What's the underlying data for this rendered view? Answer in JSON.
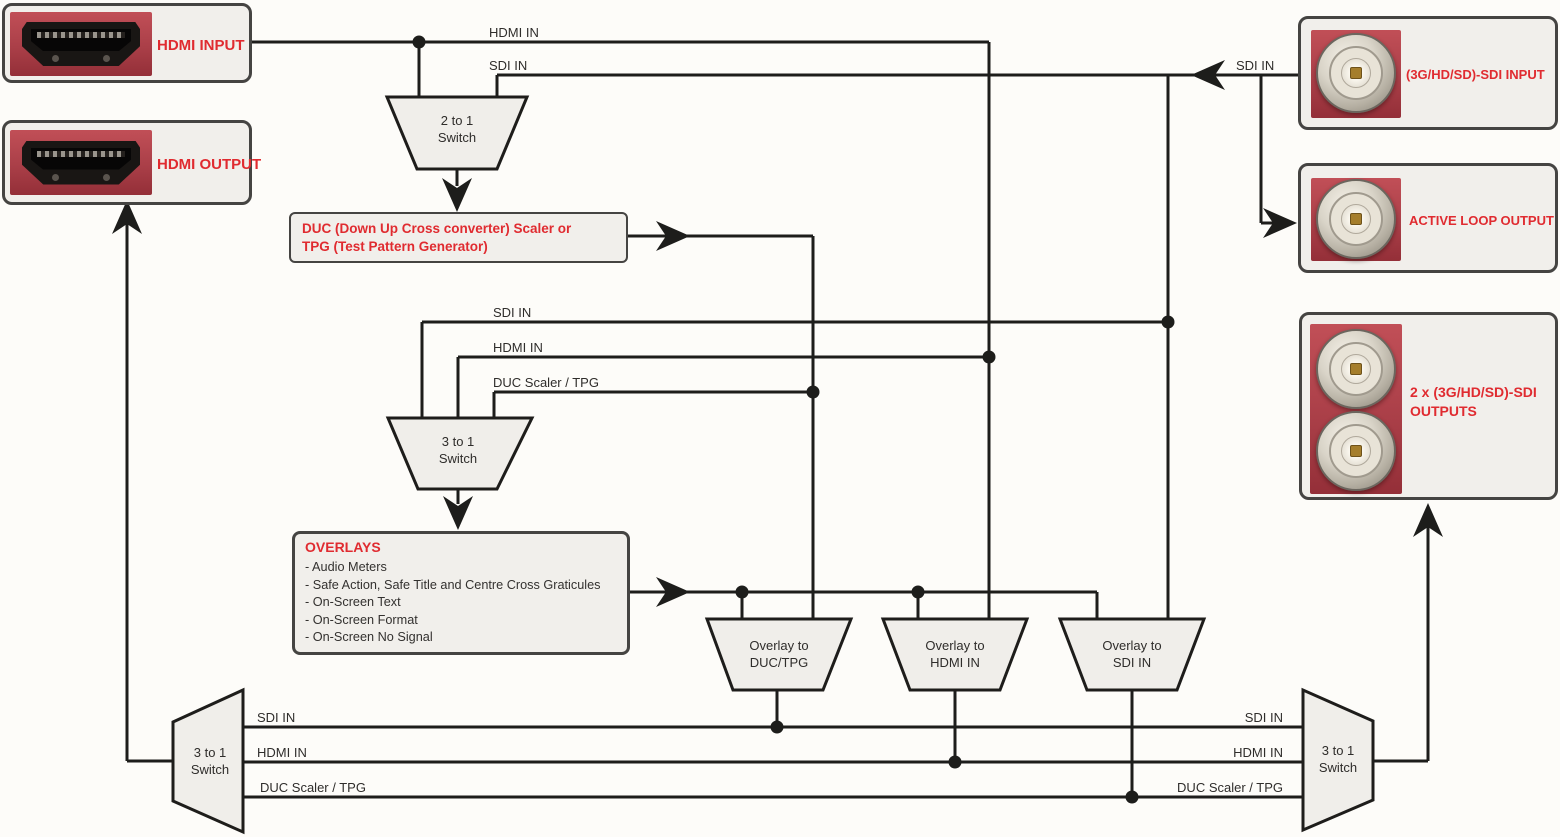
{
  "colors": {
    "accent_red": "#e02b30",
    "wire_black": "#1d1d1b",
    "panel_fill": "#f1efeb",
    "panel_border": "#454442",
    "photo_red": "#aa3f48"
  },
  "ports": {
    "hdmi_input": {
      "label": "HDMI INPUT"
    },
    "hdmi_output": {
      "label": "HDMI OUTPUT"
    },
    "sdi_input": {
      "label": "(3G/HD/SD)-SDI INPUT"
    },
    "active_loop_output": {
      "label": "ACTIVE LOOP OUTPUT"
    },
    "sdi_outputs": {
      "label_line1": "2 x (3G/HD/SD)-SDI",
      "label_line2": "OUTPUTS"
    }
  },
  "blocks": {
    "duc": {
      "line1": "DUC (Down Up Cross converter) Scaler or",
      "line2": "TPG (Test Pattern Generator)"
    },
    "overlays": {
      "title": "OVERLAYS",
      "items": [
        "- Audio Meters",
        "- Safe Action, Safe Title and Centre Cross Graticules",
        "- On-Screen Text",
        "- On-Screen Format",
        "- On-Screen No Signal"
      ]
    }
  },
  "switches": {
    "switch_2to1": {
      "line1": "2 to 1",
      "line2": "Switch"
    },
    "switch_3to1_mid": {
      "line1": "3 to 1",
      "line2": "Switch"
    },
    "switch_3to1_left": {
      "line1": "3 to 1",
      "line2": "Switch"
    },
    "switch_3to1_right": {
      "line1": "3 to 1",
      "line2": "Switch"
    },
    "overlay_to_duc": {
      "line1": "Overlay to",
      "line2": "DUC/TPG"
    },
    "overlay_to_hdmi": {
      "line1": "Overlay to",
      "line2": "HDMI IN"
    },
    "overlay_to_sdi": {
      "line1": "Overlay to",
      "line2": "SDI IN"
    }
  },
  "wire_labels": {
    "top_hdmi_in": "HDMI IN",
    "top_sdi_in": "SDI IN",
    "right_sdi_in": "SDI IN",
    "mid_sdi_in": "SDI IN",
    "mid_hdmi_in": "HDMI IN",
    "mid_duc": "DUC Scaler / TPG",
    "bottom_left_sdi_in": "SDI IN",
    "bottom_left_hdmi_in": "HDMI IN",
    "bottom_left_duc": "DUC Scaler / TPG",
    "bottom_right_sdi_in": "SDI IN",
    "bottom_right_hdmi_in": "HDMI IN",
    "bottom_right_duc": "DUC Scaler / TPG"
  }
}
